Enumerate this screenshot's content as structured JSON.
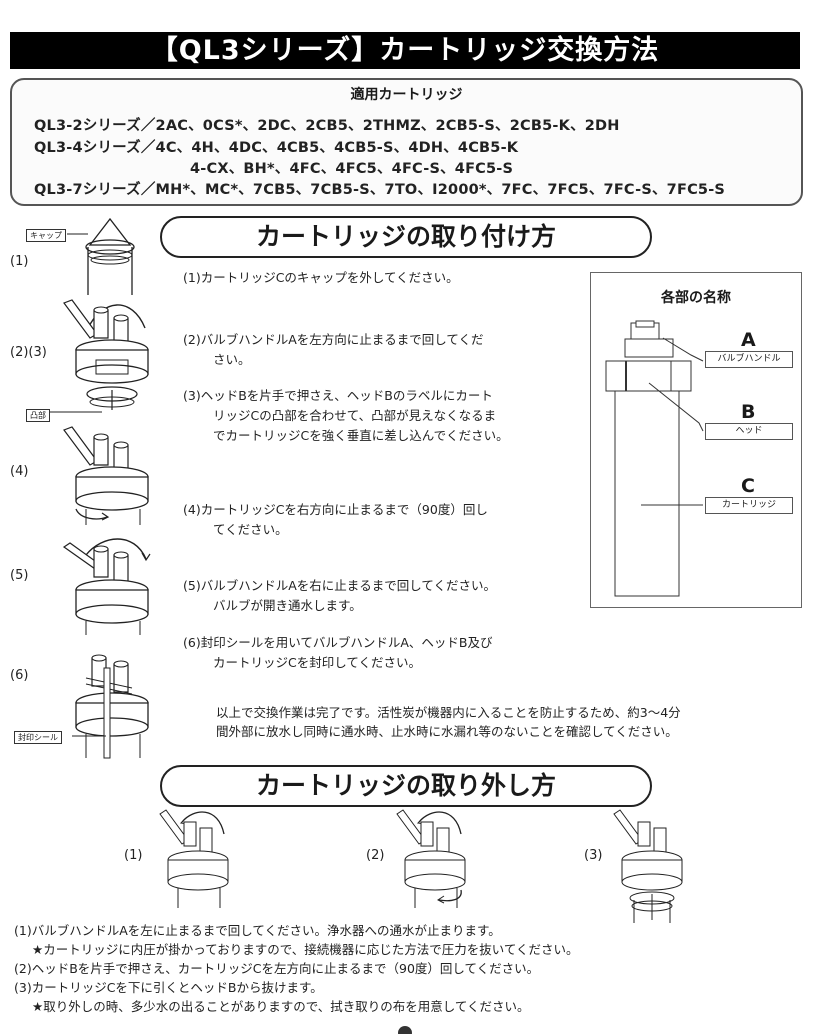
{
  "header": {
    "title": "【QL3シリーズ】カートリッジ交換方法"
  },
  "compatible": {
    "heading": "適用カートリッジ",
    "rows": [
      "QL3-2シリーズ／2AC、0CS*、2DC、2CB5、2THMZ、2CB5-S、2CB5-K、2DH",
      "QL3-4シリーズ／4C、4H、4DC、4CB5、4CB5-S、4DH、4CB5-K",
      "4-CX、BH*、4FC、4FC5、4FC-S、4FC5-S",
      "QL3-7シリーズ／MH*、MC*、7CB5、7CB5-S、7TO、I2000*、7FC、7FC5、7FC-S、7FC5-S"
    ]
  },
  "install": {
    "title": "カートリッジの取り付け方",
    "illustration_labels": {
      "cap": "キャップ",
      "boss": "凸部",
      "seal": "封印シール"
    },
    "step_markers": [
      "(1)",
      "(2)(3)",
      "(4)",
      "(5)",
      "(6)"
    ],
    "steps": [
      {
        "line1": "(1)カートリッジCのキャップを外してください。",
        "line2": ""
      },
      {
        "line1": "(2)バルブハンドルAを左方向に止まるまで回してくだ",
        "line2": "さい。"
      },
      {
        "line1": "(3)ヘッドBを片手で押さえ、ヘッドBのラベルにカート",
        "line2": "リッジCの凸部を合わせて、凸部が見えなくなるま",
        "line3": "でカートリッジCを強く垂直に差し込んでください。"
      },
      {
        "line1": "(4)カートリッジCを右方向に止まるまで（90度）回し",
        "line2": "てください。"
      },
      {
        "line1": "(5)バルブハンドルAを右に止まるまで回してください。",
        "line2": "バルブが開き通水します。"
      },
      {
        "line1": "(6)封印シールを用いてバルブハンドルA、ヘッドB及び",
        "line2": "カートリッジCを封印してください。"
      }
    ],
    "completion_note": [
      "以上で交換作業は完了です。活性炭が機器内に入ることを防止するため、約3～4分",
      "間外部に放水し同時に通水時、止水時に水漏れ等のないことを確認してください。"
    ]
  },
  "parts": {
    "title": "各部の名称",
    "items": [
      {
        "letter": "A",
        "name": "バルブハンドル"
      },
      {
        "letter": "B",
        "name": "ヘッド"
      },
      {
        "letter": "C",
        "name": "カートリッジ"
      }
    ]
  },
  "removal": {
    "title": "カートリッジの取り外し方",
    "step_markers": [
      "(1)",
      "(2)",
      "(3)"
    ],
    "instructions": [
      "(1)バルブハンドルAを左に止まるまで回してください。浄水器への通水が止まります。",
      "★カートリッジに内圧が掛かっておりますので、接続機器に応じた方法で圧力を抜いてください。",
      "(2)ヘッドBを片手で押さえ、カートリッジCを左方向に止まるまで（90度）回してください。",
      "(3)カートリッジCを下に引くとヘッドBから抜けます。",
      "★取り外しの時、多少水の出ることがありますので、拭き取りの布を用意してください。"
    ]
  },
  "colors": {
    "title_bar_bg": "#000000",
    "title_bar_text": "#ffffff",
    "ink": "#1a1a1a"
  }
}
